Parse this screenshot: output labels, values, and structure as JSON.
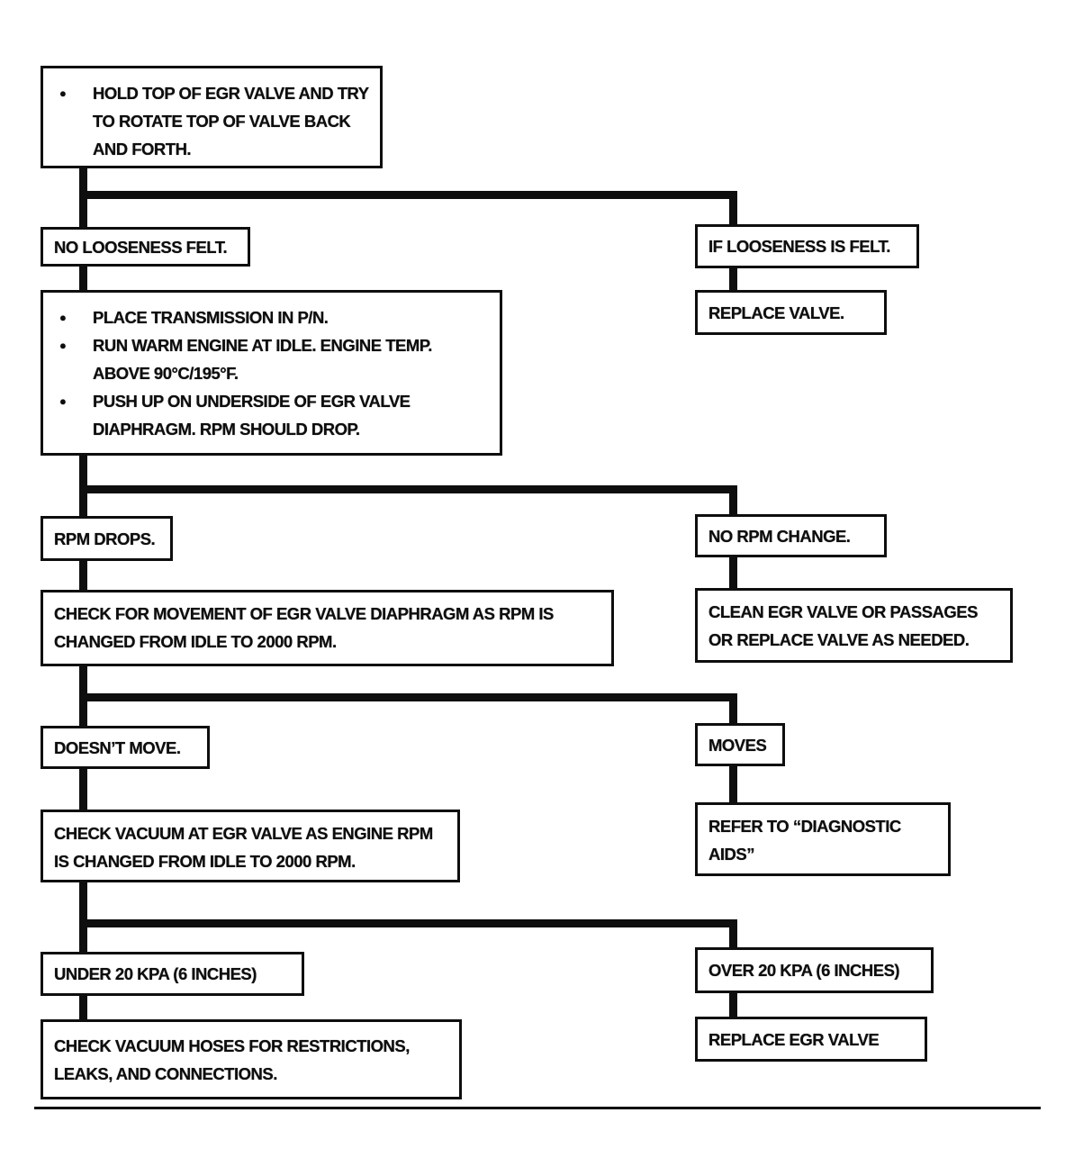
{
  "glyphs": {
    "bullet": "●"
  },
  "colors": {
    "ink": "#0e0e0e",
    "paper": "#ffffff"
  },
  "flow": {
    "step1": {
      "items": {
        "i1": "HOLD TOP OF EGR VALVE AND TRY TO ROTATE TOP OF VALVE BACK AND FORTH."
      }
    },
    "branch1": {
      "left": "NO LOOSENESS FELT.",
      "right": "IF LOOSENESS IS FELT.",
      "right_action": "REPLACE VALVE."
    },
    "step2": {
      "items": {
        "i1": "PLACE TRANSMISSION IN P/N.",
        "i2": "RUN WARM ENGINE AT IDLE. ENGINE TEMP. ABOVE 90°C/195°F.",
        "i3": "PUSH UP ON UNDERSIDE OF EGR VALVE DIAPHRAGM. RPM SHOULD DROP."
      }
    },
    "branch2": {
      "left": "RPM DROPS.",
      "right": "NO RPM CHANGE.",
      "right_action": "CLEAN EGR VALVE OR PASSAGES OR REPLACE VALVE AS NEEDED."
    },
    "step3": "CHECK FOR MOVEMENT OF EGR VALVE DIAPHRAGM AS RPM IS CHANGED FROM IDLE TO 2000 RPM.",
    "branch3": {
      "left": "DOESN’T MOVE.",
      "right": "MOVES",
      "right_action": "REFER TO “DIAGNOSTIC AIDS”"
    },
    "step4": "CHECK VACUUM AT EGR VALVE AS ENGINE RPM IS CHANGED FROM IDLE TO 2000 RPM.",
    "branch4": {
      "left": "UNDER 20 KPA (6 INCHES)",
      "right": "OVER 20 KPA (6 INCHES)",
      "right_action": "REPLACE EGR VALVE"
    },
    "step5": "CHECK VACUUM HOSES FOR RESTRICTIONS, LEAKS, AND CONNECTIONS."
  }
}
